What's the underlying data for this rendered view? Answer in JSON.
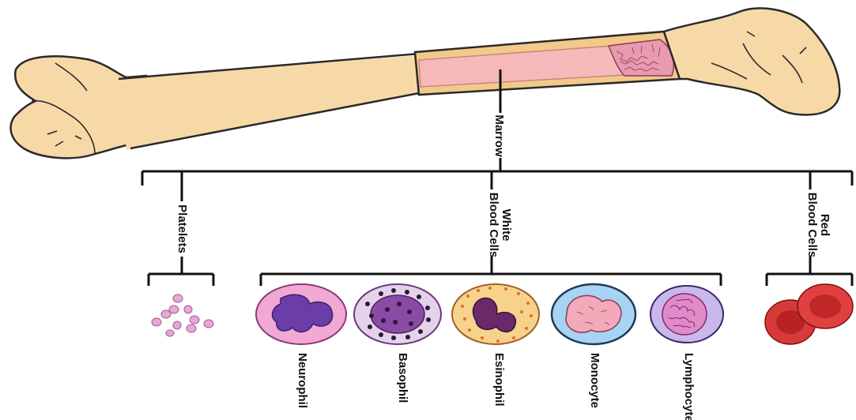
{
  "labels": {
    "marrow": "Marrow",
    "platelets": "Platelets",
    "white_line1": "White",
    "white_line2": "Blood Cells",
    "red_line1": "Red",
    "red_line2": "Blood Cells",
    "neurophil": "Neurophil",
    "basophil": "Basophil",
    "esinophil": "Esinophil",
    "monocyte": "Monocyte",
    "lymphocyte": "Lymphocyte"
  },
  "colors": {
    "bone": "#f7d9a8",
    "bone_outline": "#2a2a2a",
    "marrow_pink": "#f6b9b9",
    "spongy": "#e99aae",
    "red_cell": "#d83a3a",
    "neurophil": "#f1a9d4",
    "basophil": "#e6d1ea",
    "esinophil": "#f7d28a",
    "monocyte": "#a6d4f2",
    "lymphocyte": "#c9b8ec",
    "platelet": "#e6a9d6"
  }
}
